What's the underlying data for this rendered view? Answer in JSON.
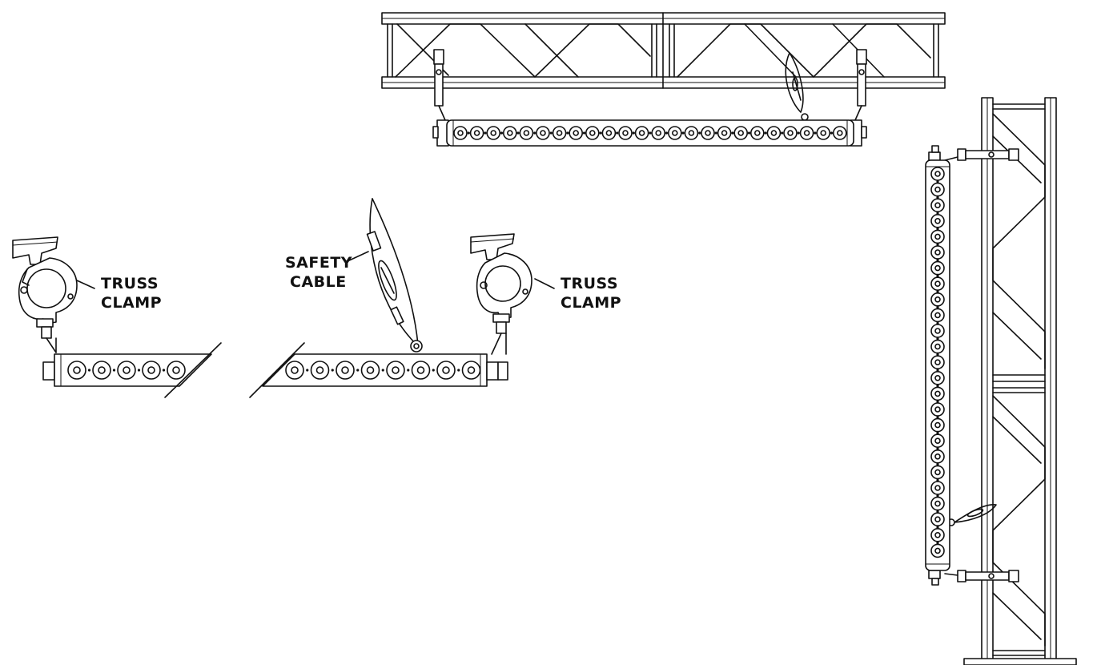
{
  "labels": {
    "truss_clamp_left": [
      "TRUSS",
      "CLAMP"
    ],
    "safety_cable": [
      "SAFETY",
      "CABLE"
    ],
    "truss_clamp_right": [
      "TRUSS",
      "CLAMP"
    ]
  },
  "fixture": {
    "horizontal_led_count": 24,
    "vertical_led_count": 25,
    "detail_left_led_count": 5,
    "detail_right_led_count": 8
  },
  "colors": {
    "ink": "#111111",
    "background": "#ffffff"
  }
}
